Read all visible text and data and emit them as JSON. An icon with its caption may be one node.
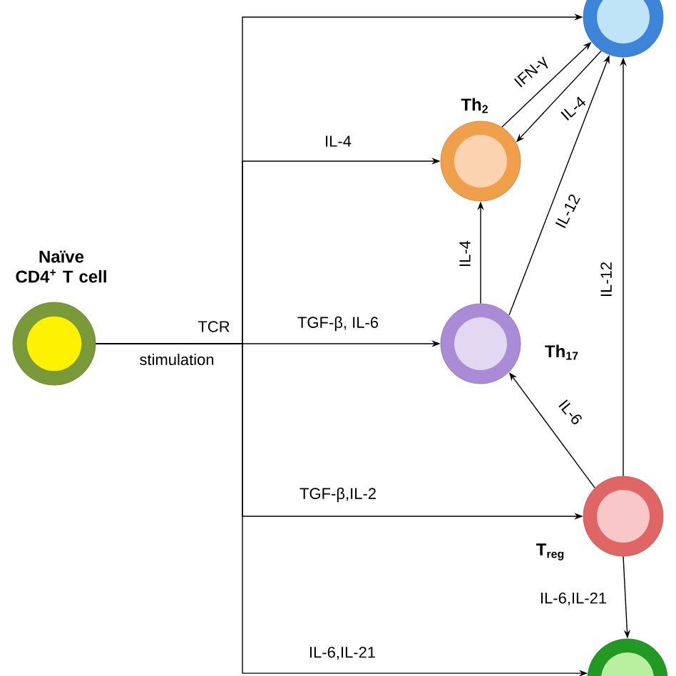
{
  "diagram": {
    "nodes": [
      {
        "text": [
          "Naïve CD4$^{+}$ T cell"
        ]
      },
      {
        "text": [],
        "shape": "circle"
      },
      {
        "text": [
          "Th$_{2}$"
        ]
      },
      {
        "text": [
          "Th$_{17}$"
        ]
      },
      {
        "text": [
          "T$_{reg}$"
        ]
      },
      {
        "text": [],
        "shape": "circle"
      }
    ],
    "edges": [
      {
        "from": 0,
        "to": 1,
        "arrow": "to"
      },
      {
        "from": 0,
        "to": 2,
        "arrow": "to",
        "label": "IL-4"
      },
      {
        "from": 0,
        "to": 3,
        "arrow": "to",
        "label": "TGF-β, IL-6"
      },
      {
        "from": 0,
        "to": 4,
        "arrow": "to",
        "label": "TGF-β,IL-2"
      },
      {
        "from": 0,
        "to": 5,
        "arrow": "to",
        "label": "IL-6,IL-21"
      },
      {
        "from": 2,
        "to": 1,
        "arrow": "to",
        "label": "IFN-γ"
      },
      {
        "from": 1,
        "to": 2,
        "arrow": "to",
        "label": "IL-4"
      },
      {
        "from": 3,
        "to": 2,
        "arrow": "to",
        "label": "IL-4"
      },
      {
        "from": 3,
        "to": 1,
        "arrow": "to",
        "label": "IL-12"
      },
      {
        "from": 4,
        "to": 1,
        "arrow": "to",
        "label": "IL-12"
      },
      {
        "from": 4,
        "to": 3,
        "arrow": "to",
        "label": "IL-6"
      },
      {
        "from": 4,
        "to": 5,
        "arrow": "to",
        "label": "IL-6,IL-21"
      }
    ],
    "labels": [
      "TCR",
      "stimulation"
    ]
  }
}
